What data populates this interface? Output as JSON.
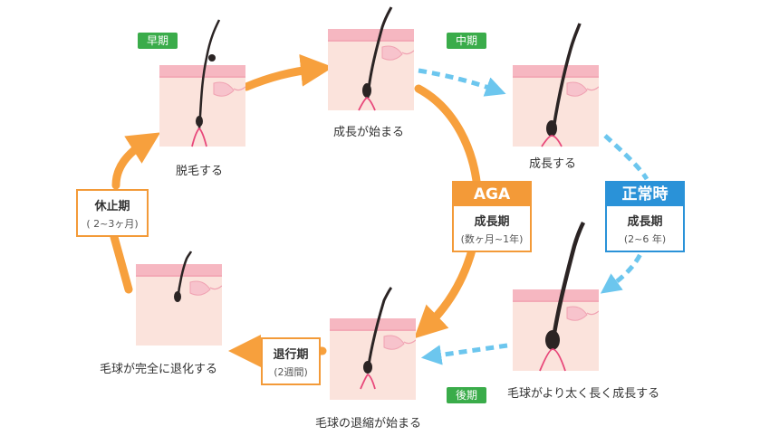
{
  "badges": {
    "early": "早期",
    "middle": "中期",
    "late": "後期"
  },
  "stages": {
    "growth_begins": "成長が始まる",
    "growth": "成長する",
    "thicker": "毛球がより太く長く成長する",
    "regression_begins": "毛球の退縮が始まる",
    "fully_regressed": "毛球が完全に退化する",
    "shedding": "脱毛する"
  },
  "boxes": {
    "aga": {
      "header": "AGA",
      "title": "成長期",
      "sub": "(数ヶ月~1年)"
    },
    "normal": {
      "header": "正常時",
      "title": "成長期",
      "sub": "(2~6 年)"
    },
    "telogen": {
      "title": "休止期",
      "sub": "( 2~3ヶ月)"
    },
    "catagen": {
      "title": "退行期",
      "sub": "(2週間)"
    }
  },
  "colors": {
    "orange_arrow": "#f7a03d",
    "blue_arrow": "#6cc6ee",
    "badge_green": "#3aac4a",
    "skin": "#fbe3dc",
    "skin_top": "#f6b7c1",
    "hair": "#2b2424"
  }
}
